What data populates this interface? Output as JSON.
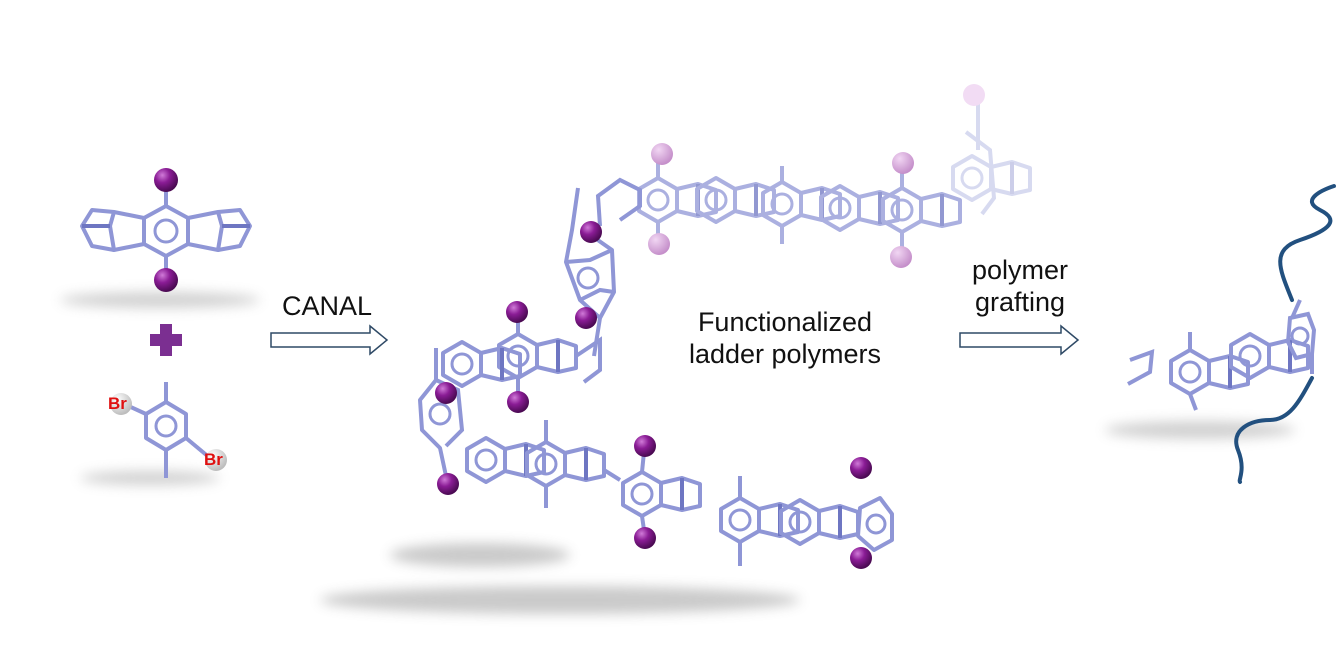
{
  "labels": {
    "reaction": "CANAL",
    "product_line1": "Functionalized",
    "product_line2": "ladder polymers",
    "step_line1": "polymer",
    "step_line2": "grafting",
    "bromine": "Br"
  },
  "colors": {
    "bond": "#8f96d6",
    "bond_dark": "#6e76c2",
    "functional_group": "#7b1a86",
    "functional_group_faded": "#c79bcc",
    "plus": "#7b2f91",
    "bromine": "#e01010",
    "grafted_chain": "#22507f",
    "arrow_outline": "#2f4a66"
  },
  "icons": [
    "plus-icon",
    "arrow-right-icon",
    "ball-icon"
  ]
}
